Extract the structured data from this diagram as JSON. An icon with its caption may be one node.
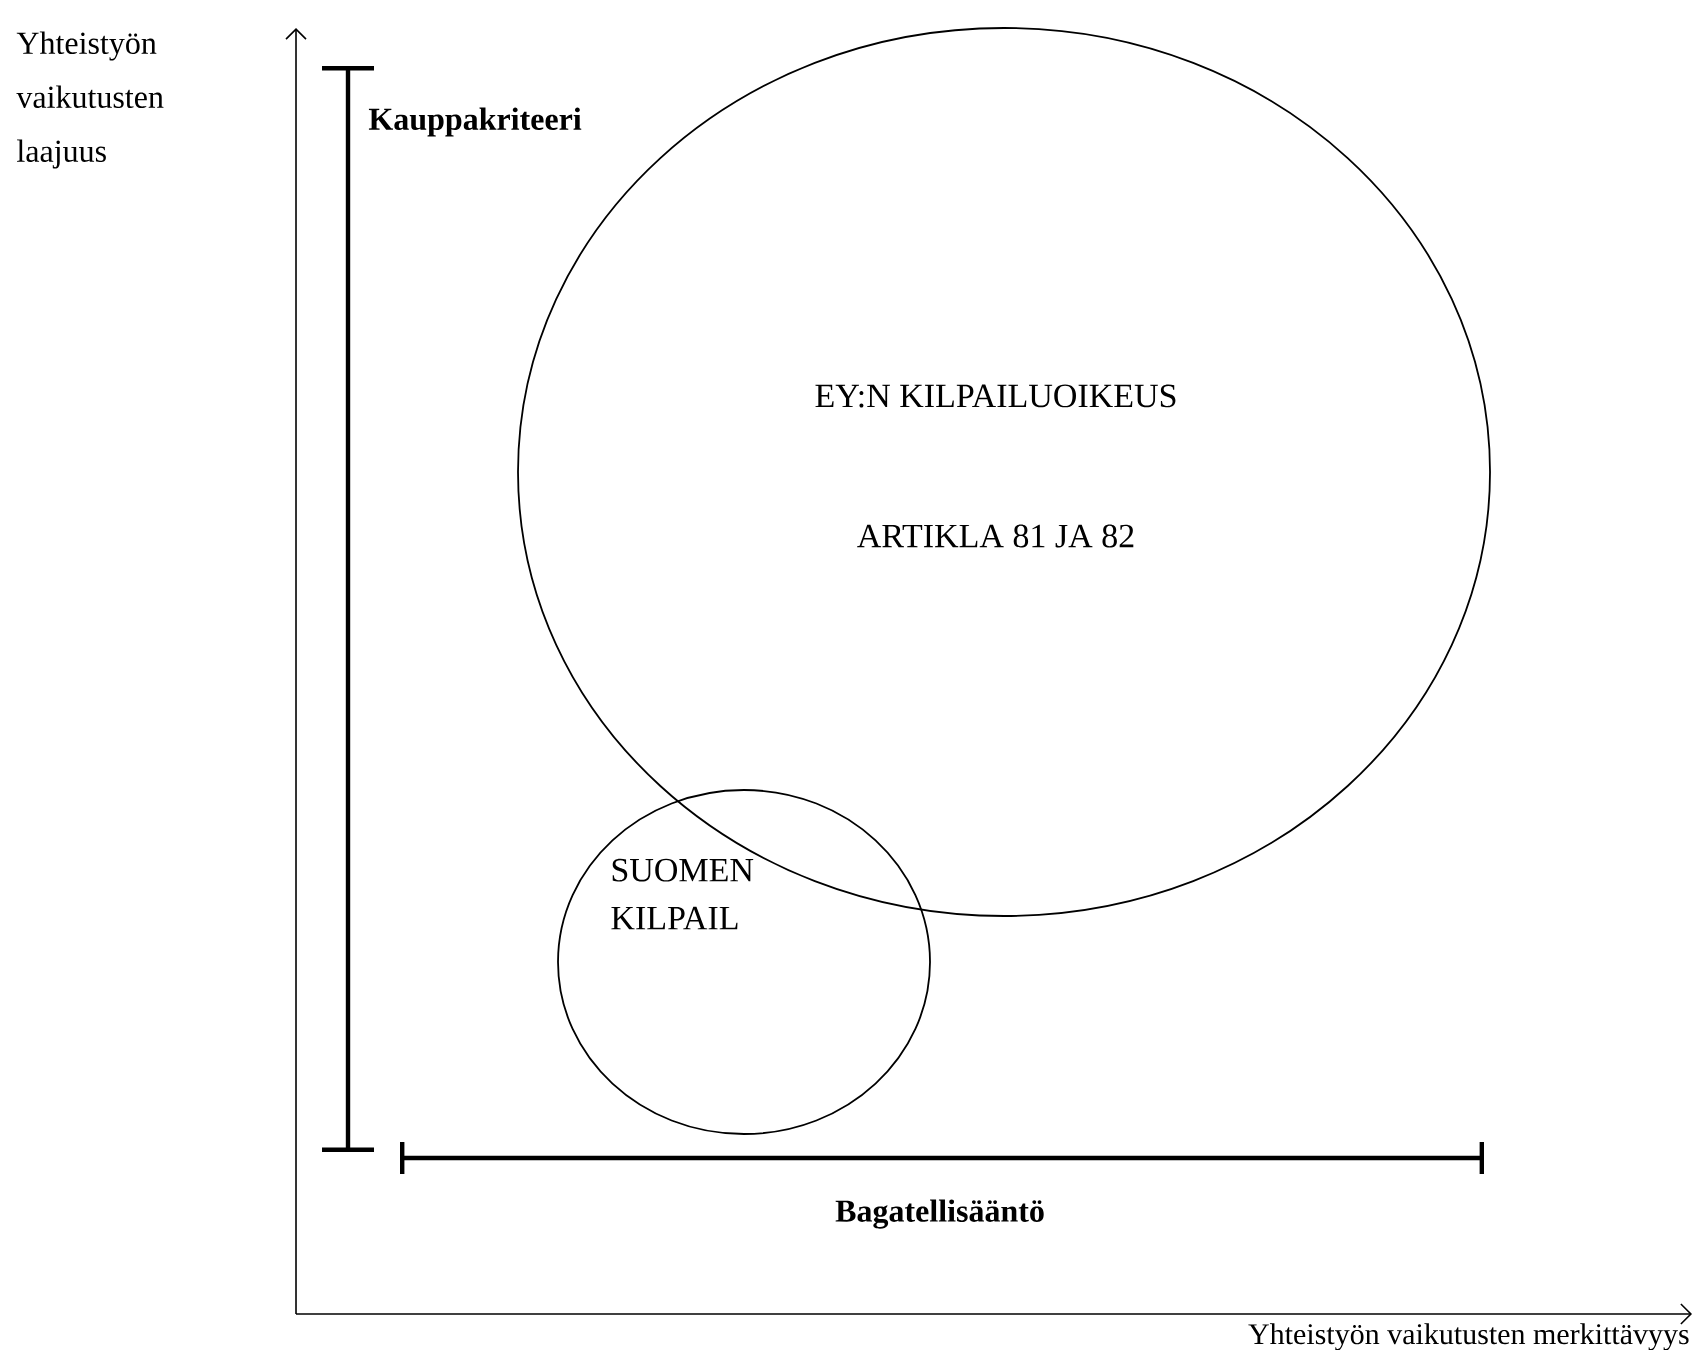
{
  "diagram": {
    "nodes": [
      {
        "text": [
          "EY:N KILPAILUOIKEUS",
          "ARTIKLA 81 JA 82"
        ]
      },
      {
        "text": [
          "SUOMEN KILPAIL"
        ]
      }
    ],
    "labels": [
      "Yhteistyön vaikutusten laajuus",
      "Kauppakriteeri",
      "Bagatellisääntö",
      "Yhteistyön vaikutusten merkittävyys"
    ]
  }
}
